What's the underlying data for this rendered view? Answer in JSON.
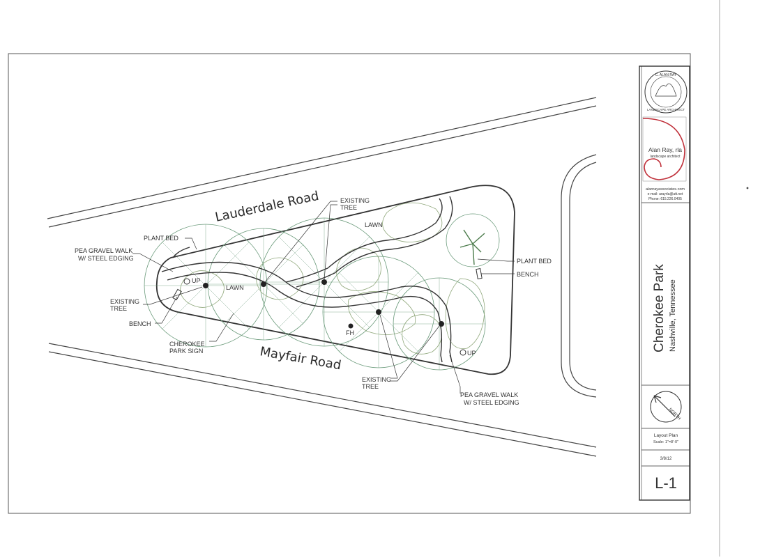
{
  "roads": {
    "north": "Lauderdale Road",
    "south": "Mayfair Road"
  },
  "callouts": {
    "plant_bed_west": "PLANT BED",
    "pea_gravel_walk_west": [
      "PEA GRAVEL WALK",
      "W/ STEEL EDGING"
    ],
    "existing_tree_west": [
      "EXISTING",
      "TREE"
    ],
    "bench_west": "BENCH",
    "up_west": "UP",
    "lawn_west": "LAWN",
    "cherokee_park_sign": [
      "CHEROKEE",
      "PARK SIGN"
    ],
    "existing_tree_north": [
      "EXISTING",
      "TREE"
    ],
    "lawn_north": "LAWN",
    "plant_bed_east": "PLANT BED",
    "bench_east": "BENCH",
    "fh": "FH",
    "up_east": "UP",
    "existing_tree_south": [
      "EXISTING",
      "TREE"
    ],
    "pea_gravel_walk_east": [
      "PEA GRAVEL WALK",
      "W/ STEEL EDGING"
    ]
  },
  "title_block": {
    "seal_text_top": "C. ALAN RAY",
    "seal_text_bottom": "LANDSCAPE ARCHITECT",
    "firm_name": "Alan Ray, rla",
    "firm_role": "landscape architect",
    "website": "alanrayassociates.com",
    "email": "e-mail: arayrla@att.net",
    "phone": "Phone: 615.226.0405",
    "project_title": "Cherokee Park",
    "project_location": "Nashville, Tennessee",
    "north_label": "NORTH",
    "sheet_name": "Layout Plan",
    "scale": "Scale: 1\"=8'-0\"",
    "date": "3/8/12",
    "sheet_number": "L-1"
  },
  "colors": {
    "linework": "#333333",
    "tree_canopy": "#6a9a7a",
    "shrub": "#8fa77a",
    "logo_red": "#c0303a"
  }
}
